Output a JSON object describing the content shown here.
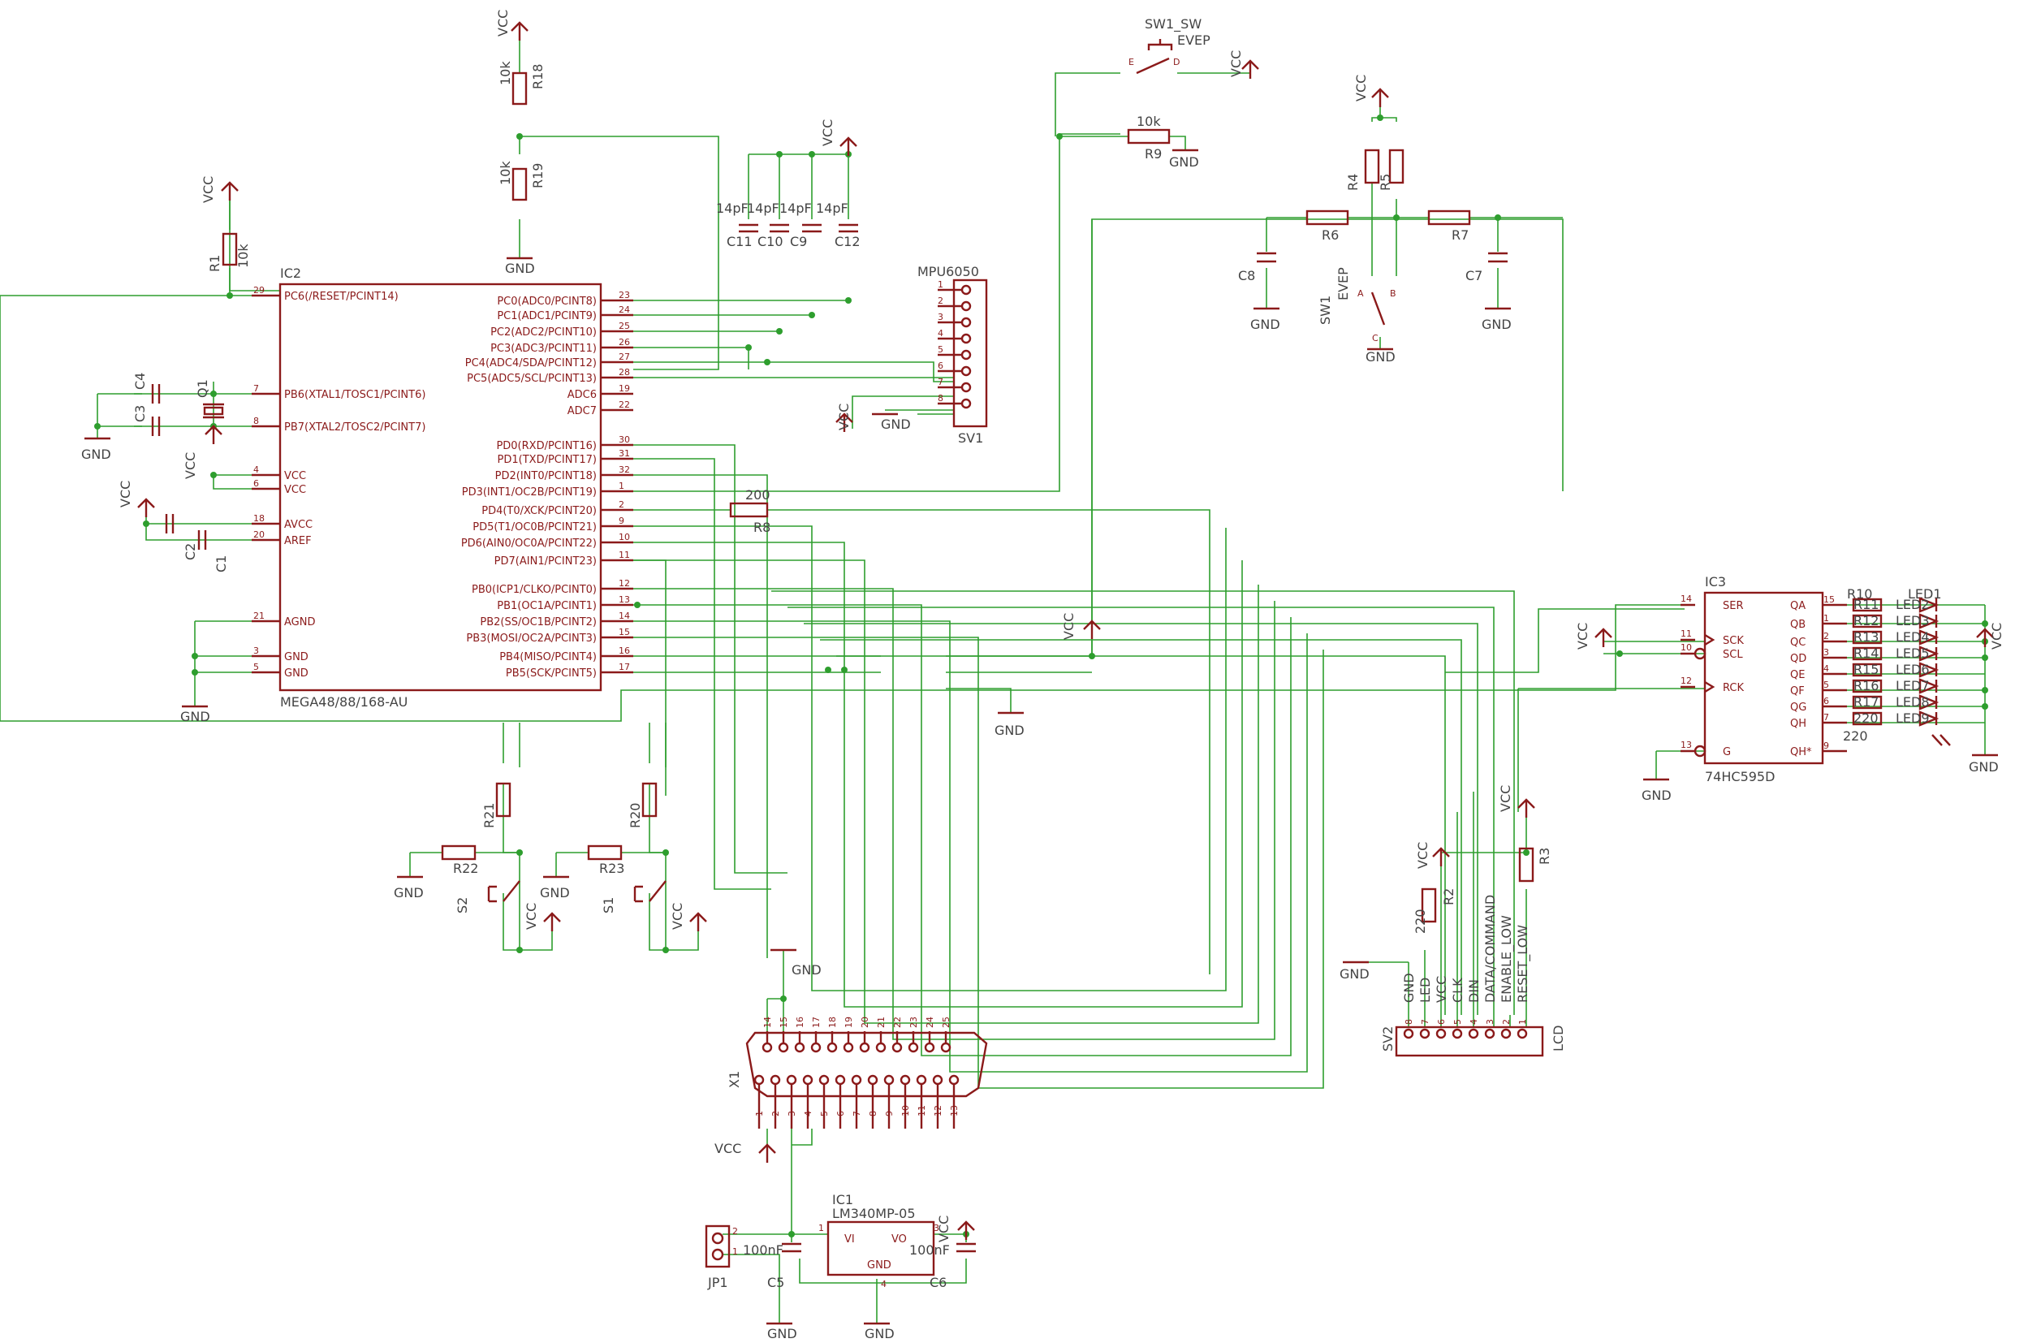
{
  "ic2": {
    "name": "IC2",
    "value": "MEGA48/88/168-AU",
    "pins_left": [
      {
        "num": "29",
        "label": "PC6(/RESET/PCINT14)"
      },
      {
        "num": "7",
        "label": "PB6(XTAL1/TOSC1/PCINT6)"
      },
      {
        "num": "8",
        "label": "PB7(XTAL2/TOSC2/PCINT7)"
      },
      {
        "num": "4",
        "label": "VCC"
      },
      {
        "num": "6",
        "label": "VCC"
      },
      {
        "num": "18",
        "label": "AVCC"
      },
      {
        "num": "20",
        "label": "AREF"
      },
      {
        "num": "21",
        "label": "AGND"
      },
      {
        "num": "3",
        "label": "GND"
      },
      {
        "num": "5",
        "label": "GND"
      }
    ],
    "pins_right": [
      {
        "num": "23",
        "label": "PC0(ADC0/PCINT8)"
      },
      {
        "num": "24",
        "label": "PC1(ADC1/PCINT9)"
      },
      {
        "num": "25",
        "label": "PC2(ADC2/PCINT10)"
      },
      {
        "num": "26",
        "label": "PC3(ADC3/PCINT11)"
      },
      {
        "num": "27",
        "label": "PC4(ADC4/SDA/PCINT12)"
      },
      {
        "num": "28",
        "label": "PC5(ADC5/SCL/PCINT13)"
      },
      {
        "num": "19",
        "label": "ADC6"
      },
      {
        "num": "22",
        "label": "ADC7"
      },
      {
        "num": "30",
        "label": "PD0(RXD/PCINT16)"
      },
      {
        "num": "31",
        "label": "PD1(TXD/PCINT17)"
      },
      {
        "num": "32",
        "label": "PD2(INT0/PCINT18)"
      },
      {
        "num": "1",
        "label": "PD3(INT1/OC2B/PCINT19)"
      },
      {
        "num": "2",
        "label": "PD4(T0/XCK/PCINT20)"
      },
      {
        "num": "9",
        "label": "PD5(T1/OC0B/PCINT21)"
      },
      {
        "num": "10",
        "label": "PD6(AIN0/OC0A/PCINT22)"
      },
      {
        "num": "11",
        "label": "PD7(AIN1/PCINT23)"
      },
      {
        "num": "12",
        "label": "PB0(ICP1/CLKO/PCINT0)"
      },
      {
        "num": "13",
        "label": "PB1(OC1A/PCINT1)"
      },
      {
        "num": "14",
        "label": "PB2(SS/OC1B/PCINT2)"
      },
      {
        "num": "15",
        "label": "PB3(MOSI/OC2A/PCINT3)"
      },
      {
        "num": "16",
        "label": "PB4(MISO/PCINT4)"
      },
      {
        "num": "17",
        "label": "PB5(SCK/PCINT5)"
      }
    ]
  },
  "ic3": {
    "name": "IC3",
    "value": "74HC595D",
    "pins_left": [
      {
        "num": "14",
        "label": "SER"
      },
      {
        "num": "11",
        "label": "SCK"
      },
      {
        "num": "10",
        "label": "SCL"
      },
      {
        "num": "12",
        "label": "RCK"
      },
      {
        "num": "13",
        "label": "G"
      }
    ],
    "pins_right": [
      {
        "num": "15",
        "label": "QA"
      },
      {
        "num": "1",
        "label": "QB"
      },
      {
        "num": "2",
        "label": "QC"
      },
      {
        "num": "3",
        "label": "QD"
      },
      {
        "num": "4",
        "label": "QE"
      },
      {
        "num": "5",
        "label": "QF"
      },
      {
        "num": "6",
        "label": "QG"
      },
      {
        "num": "7",
        "label": "QH"
      },
      {
        "num": "9",
        "label": "QH*"
      }
    ]
  },
  "mpu": {
    "title": "MPU6050",
    "name": "SV1",
    "pins": [
      "1",
      "2",
      "3",
      "4",
      "5",
      "6",
      "7",
      "8"
    ]
  },
  "sv2": {
    "name": "SV2",
    "value": "LCD",
    "pins": [
      "8",
      "7",
      "6",
      "5",
      "4",
      "3",
      "2",
      "1"
    ],
    "signals": [
      "GND",
      "LED",
      "VCC",
      "CLK",
      "DIN",
      "DATA/COMMAND",
      "ENABLE_LOW",
      "RESET_LOW"
    ]
  },
  "x1": {
    "name": "X1",
    "top_pins": [
      "14",
      "15",
      "16",
      "17",
      "18",
      "19",
      "20",
      "21",
      "22",
      "23",
      "24",
      "25"
    ],
    "bottom_pins": [
      "1",
      "2",
      "3",
      "4",
      "5",
      "6",
      "7",
      "8",
      "9",
      "10",
      "11",
      "12",
      "13"
    ]
  },
  "ic1": {
    "name": "IC1",
    "value": "LM340MP-05",
    "vi": "VI",
    "vo": "VO",
    "gnd": "GND",
    "p1": "1",
    "p2": "4",
    "p3": "3"
  },
  "jp1": {
    "name": "JP1",
    "p1": "1",
    "p2": "2"
  },
  "resistors": {
    "r18": {
      "name": "R18",
      "value": "10k"
    },
    "r19": {
      "name": "R19",
      "value": "10k"
    },
    "r1": {
      "name": "R1",
      "value": "10k"
    },
    "r9": {
      "name": "R9",
      "value": "10k"
    },
    "r8": {
      "name": "R8",
      "value": "200"
    },
    "r4": {
      "name": "R4"
    },
    "r5": {
      "name": "R5"
    },
    "r6": {
      "name": "R6"
    },
    "r7": {
      "name": "R7"
    },
    "r21": {
      "name": "R21"
    },
    "r22": {
      "name": "R22"
    },
    "r20": {
      "name": "R20"
    },
    "r23": {
      "name": "R23"
    },
    "r2": {
      "name": "R2",
      "value": "220"
    },
    "r3": {
      "name": "R3"
    },
    "r10": {
      "name": "R10"
    },
    "r_bank": [
      "R11",
      "R12",
      "R13",
      "R14",
      "R15",
      "R16",
      "R17",
      "220"
    ]
  },
  "capacitors": {
    "c11": {
      "name": "C11",
      "value": "14pF"
    },
    "c10": {
      "name": "C10",
      "value": "14pF"
    },
    "c9": {
      "name": "C9",
      "value": "14pF"
    },
    "c12": {
      "name": "C12",
      "value": "14pF"
    },
    "c4": {
      "name": "C4"
    },
    "c3": {
      "name": "C3"
    },
    "c2": {
      "name": "C2"
    },
    "c1": {
      "name": "C1"
    },
    "c8": {
      "name": "C8"
    },
    "c7": {
      "name": "C7"
    },
    "c5": {
      "name": "C5",
      "value": "100nF"
    },
    "c6": {
      "name": "C6",
      "value": "100nF"
    }
  },
  "q1": {
    "name": "Q1"
  },
  "led1": {
    "name": "LED1",
    "bank": [
      "LED2",
      "LED3",
      "LED4",
      "LED5",
      "LED6",
      "LED7",
      "LED8",
      "LED9"
    ]
  },
  "switches": {
    "sw1_sw": {
      "name": "SW1_SW",
      "value": "EVEP",
      "pin_e": "E",
      "pin_d": "D"
    },
    "sw1": {
      "name": "SW1",
      "value": "EVEP",
      "pa": "A",
      "pb": "B",
      "pc": "C"
    },
    "s1": {
      "name": "S1"
    },
    "s2": {
      "name": "S2"
    }
  },
  "power": {
    "vcc": "VCC",
    "gnd": "GND"
  }
}
